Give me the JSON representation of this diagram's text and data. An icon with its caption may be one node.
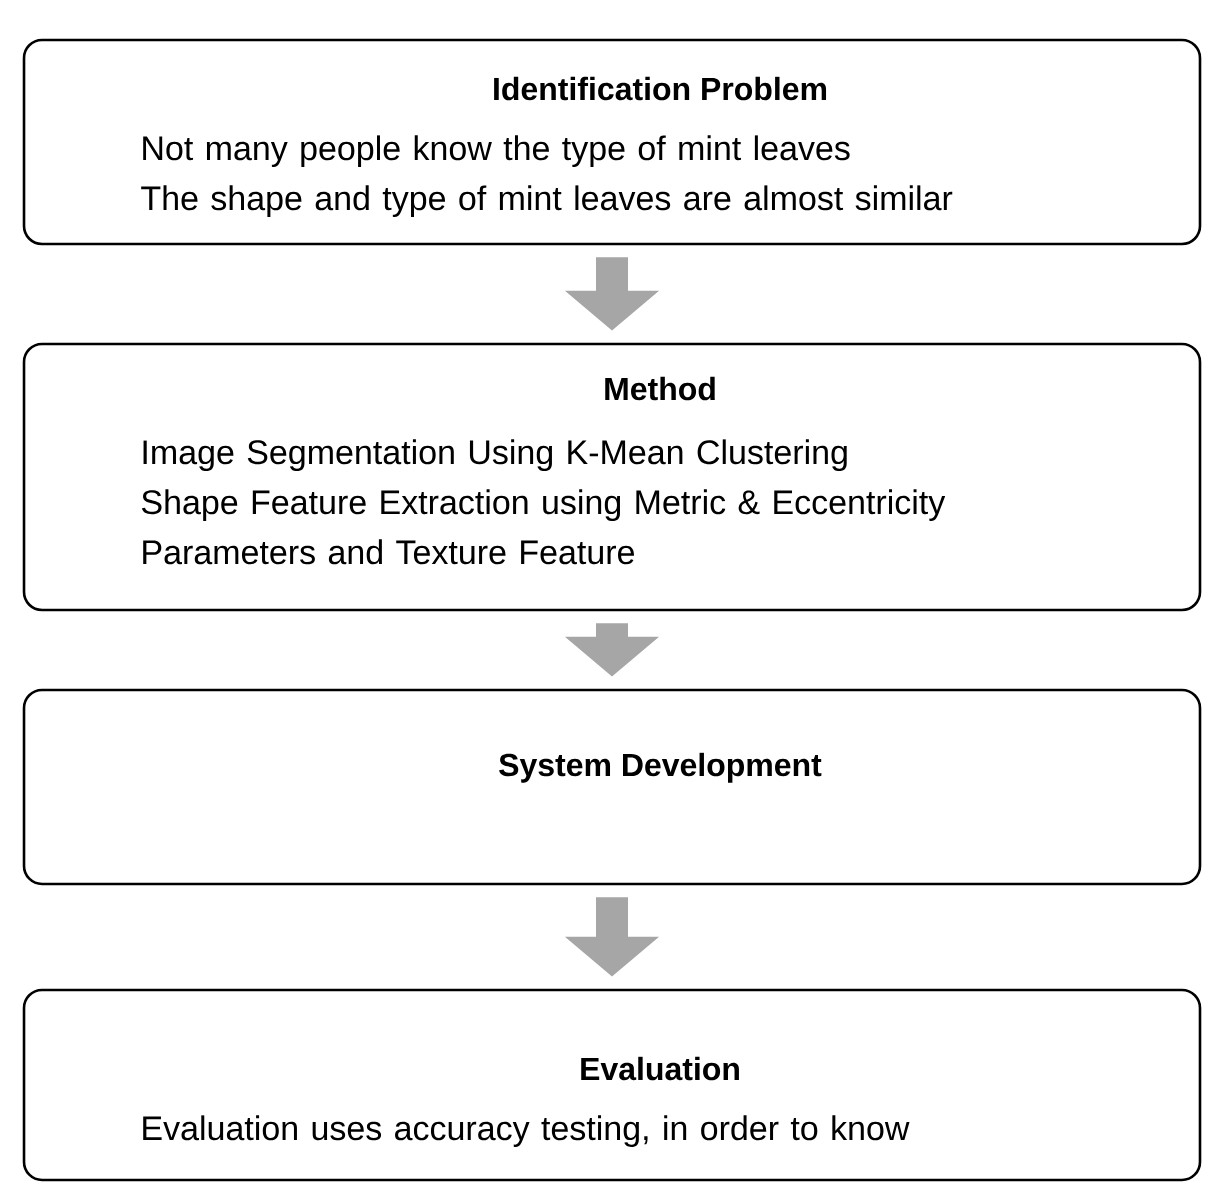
{
  "diagram": {
    "nodes": [
      {
        "text": [
          "Identification Problem",
          "Not many people know the type of mint leaves",
          "The shape and type of mint leaves are almost similar"
        ]
      },
      {
        "text": [
          "Method",
          "Image Segmentation Using K-Mean Clustering",
          "Shape Feature Extraction using Metric & Eccentricity Parameters and Texture Feature"
        ]
      },
      {
        "text": [
          "System Development"
        ]
      },
      {
        "text": [
          "Evaluation",
          "Evaluation uses accuracy testing, in order to know"
        ]
      }
    ],
    "edges": [
      {
        "from": 0,
        "to": 1,
        "arrow": "to"
      },
      {
        "from": 1,
        "to": 2,
        "arrow": "to"
      },
      {
        "from": 2,
        "to": 3,
        "arrow": "to"
      }
    ]
  }
}
